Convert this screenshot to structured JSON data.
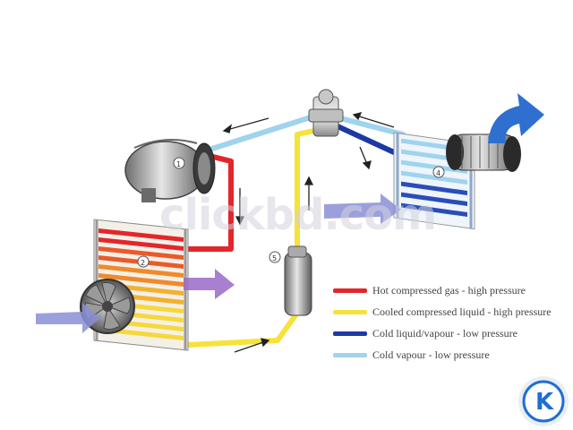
{
  "colors": {
    "hot_gas": "#e3262b",
    "cooled_liquid": "#f6e23a",
    "cold_liquid_vapour": "#1c3aa3",
    "cold_vapour": "#9fd3ee",
    "arrow_blue": "#2f6fcf",
    "arrow_purple": "#8a8fd6",
    "watermark": "#d2d2dc",
    "badge_bg": "#e9eef3",
    "badge_accent": "#1f6fd1"
  },
  "legend": [
    {
      "color": "#e3262b",
      "label": "Hot compressed gas - high pressure"
    },
    {
      "color": "#f6e23a",
      "label": "Cooled compressed liquid - high pressure"
    },
    {
      "color": "#1c3aa3",
      "label": "Cold liquid/vapour - low pressure"
    },
    {
      "color": "#9fd3ee",
      "label": "Cold vapour - low pressure"
    }
  ],
  "component_labels": {
    "compressor": "1",
    "condenser": "2",
    "evaporator": "4",
    "receiver_drier": "5"
  },
  "watermark_text": "clickbd.com",
  "badge_letter": "K",
  "icons": {
    "compressor": "compressor-icon",
    "condenser": "condenser-icon",
    "fan": "fan-icon",
    "receiver_drier": "receiver-drier-icon",
    "expansion_valve": "expansion-valve-icon",
    "evaporator": "evaporator-icon",
    "blower": "blower-icon",
    "badge": "clickbd-badge-icon"
  }
}
